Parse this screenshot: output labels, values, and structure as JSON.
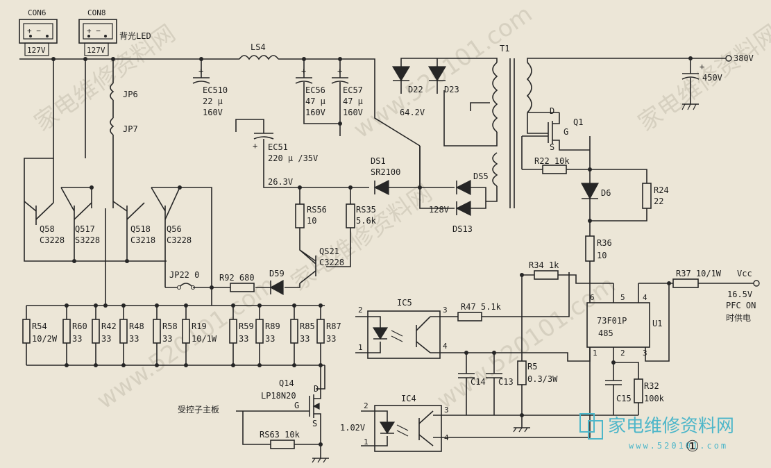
{
  "connectors": [
    {
      "id": "con6",
      "name": "CON6",
      "pins": "+ −",
      "voltage": "127V"
    },
    {
      "id": "con8",
      "name": "CON8",
      "pins": "+ −",
      "voltage": "127V",
      "note": "背光LED"
    }
  ],
  "labels": {
    "ls4": "LS4",
    "jp6": "JP6",
    "jp7": "JP7",
    "ec510": [
      "EC510",
      "22 μ",
      "160V"
    ],
    "ec56": [
      "EC56",
      "47 μ",
      "160V"
    ],
    "ec57": [
      "EC57",
      "47 μ",
      "160V"
    ],
    "ec51": [
      "EC51",
      "220 μ /35V"
    ],
    "t1": "T1",
    "d22": "D22",
    "d23": "D23",
    "v642": "64.2V",
    "out380": "380V",
    "c450": "450V",
    "q1": "Q1",
    "q1d": "D",
    "q1g": "G",
    "q1s": "S",
    "r22": "R22  10k",
    "d6": "D6",
    "r24": [
      "R24",
      "22"
    ],
    "r36": [
      "R36",
      "10"
    ],
    "ds1": [
      "DS1",
      "SR2100"
    ],
    "ds5": "DS5",
    "ds13": "DS13",
    "v128": "128V",
    "v263": "26.3V",
    "rs56": [
      "RS56",
      "10"
    ],
    "rs35": [
      "RS35",
      "5.6k"
    ],
    "qs21": [
      "QS21",
      "C3228"
    ],
    "d59": "D59",
    "r92": "R92  680",
    "jp22": "JP22  0",
    "q58": [
      "Q58",
      "C3228"
    ],
    "q517": [
      "Q517",
      "S3228"
    ],
    "q518": [
      "Q518",
      "C3218"
    ],
    "q56": [
      "Q56",
      "C3228"
    ],
    "r34": "R34  1k",
    "r37": "R37  10/1W",
    "vcc": [
      "Vcc",
      "16.5V",
      "PFC ON",
      "时供电"
    ],
    "u1": [
      "73F01P",
      "485"
    ],
    "u1ref": "U1",
    "u1pins": [
      "6",
      "5",
      "4",
      "1",
      "2",
      "3"
    ],
    "ic5": "IC5",
    "ic5pins": [
      "2",
      "1",
      "3",
      "4"
    ],
    "r47": "R47  5.1k",
    "c14": "C14",
    "c13": "C13",
    "r5": [
      "R5",
      "0.3/3W"
    ],
    "c15": "C15",
    "r32": [
      "R32",
      "100k"
    ],
    "ic4": "IC4",
    "ic4pins": [
      "2",
      "1",
      "3",
      "4"
    ],
    "v102": "1.02V",
    "q14": [
      "Q14",
      "LP18N20"
    ],
    "q14d": "D",
    "q14g": "G",
    "q14s": "S",
    "ctrl": "受控子主板",
    "rs63": "RS63  10k",
    "circled": "①"
  },
  "resistor_bank": [
    {
      "ref": "R54",
      "val": "10/2W"
    },
    {
      "ref": "R60",
      "val": "33"
    },
    {
      "ref": "R42",
      "val": "33"
    },
    {
      "ref": "R48",
      "val": "33"
    },
    {
      "ref": "R58",
      "val": "33"
    },
    {
      "ref": "R19",
      "val": "10/1W"
    },
    {
      "ref": "R59",
      "val": "33"
    },
    {
      "ref": "R89",
      "val": "33"
    },
    {
      "ref": "R85",
      "val": "33"
    },
    {
      "ref": "R87",
      "val": "33"
    }
  ],
  "watermarks": [
    "家电维修资料网",
    "www.520101.com"
  ],
  "brand": {
    "name": "家电维修资料网",
    "url": "www.520101.com"
  },
  "colors": {
    "paper": "#ece6d7",
    "ink": "#262626",
    "brand": "#4db6c9"
  }
}
